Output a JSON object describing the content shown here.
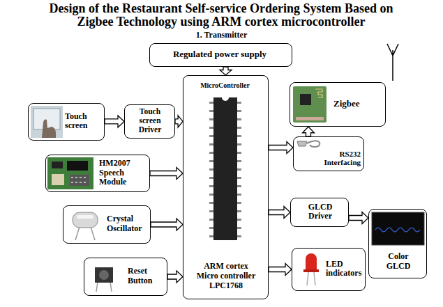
{
  "diagram": {
    "title": "Design of the Restaurant Self-service Ordering System Based on Zigbee Technology using ARM cortex microcontroller",
    "nodes": [
      {
        "text": [
          "Regulated power supply"
        ]
      },
      {
        "text": [
          "Touch screen"
        ]
      },
      {
        "text": [
          "Touch screen Driver"
        ]
      },
      {
        "text": [
          "HM2007 Speech Module"
        ]
      },
      {
        "text": [
          "Crystal Oscillator"
        ]
      },
      {
        "text": [
          "Reset Button"
        ]
      },
      {
        "text": [
          "MicroController",
          "ARM cortex Micro controller LPC1768"
        ]
      },
      {
        "text": [
          "Zigbee"
        ]
      },
      {
        "text": [
          "RS232 Interfacing"
        ]
      },
      {
        "text": [
          "GLCD Driver"
        ]
      },
      {
        "text": [
          "Color GLCD"
        ]
      },
      {
        "text": [
          "LED indicators"
        ]
      }
    ],
    "edges": [
      {
        "from": 0,
        "to": 6,
        "arrow": "to"
      },
      {
        "from": 1,
        "to": 2,
        "arrow": "to"
      },
      {
        "from": 2,
        "to": 6,
        "arrow": "to"
      },
      {
        "from": 3,
        "to": 6,
        "arrow": "to"
      },
      {
        "from": 4,
        "to": 6,
        "arrow": "to"
      },
      {
        "from": 5,
        "to": 6,
        "arrow": "to"
      },
      {
        "from": 6,
        "to": 8,
        "arrow": "to"
      },
      {
        "from": 8,
        "to": 7,
        "arrow": "to"
      },
      {
        "from": 6,
        "to": 9,
        "arrow": "to"
      },
      {
        "from": 9,
        "to": 10,
        "arrow": "to"
      },
      {
        "from": 6,
        "to": 11,
        "arrow": "to"
      }
    ],
    "labels": [
      "1. Transmitter"
    ]
  }
}
